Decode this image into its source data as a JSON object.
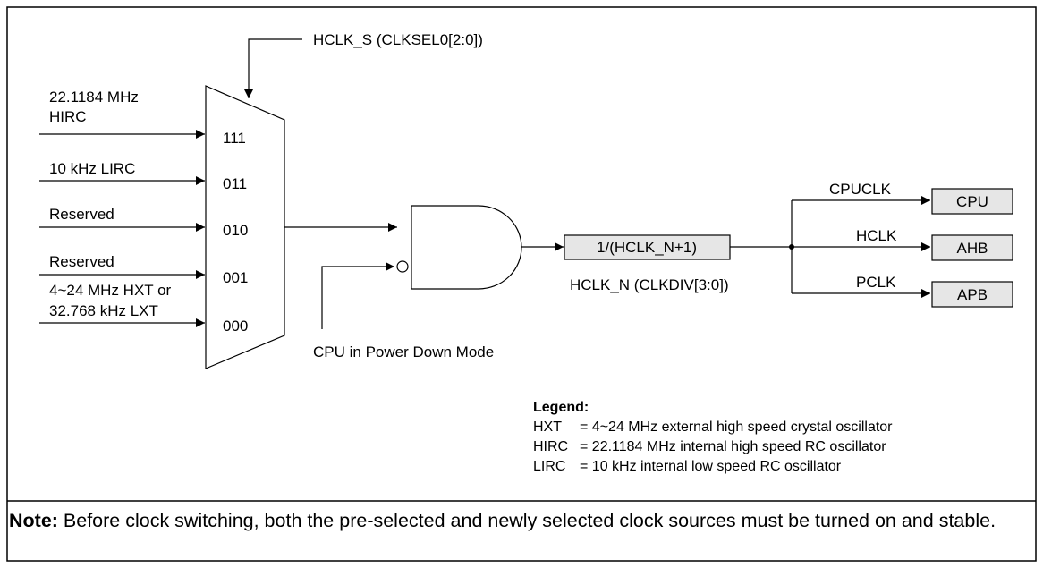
{
  "select_signal": "HCLK_S (CLKSEL0[2:0])",
  "mux_inputs": [
    {
      "label_lines": [
        "22.1184 MHz",
        "HIRC"
      ],
      "code": "111"
    },
    {
      "label_lines": [
        "10 kHz LIRC"
      ],
      "code": "011"
    },
    {
      "label_lines": [
        "Reserved"
      ],
      "code": "010"
    },
    {
      "label_lines": [
        "Reserved"
      ],
      "code": "001"
    },
    {
      "label_lines": [
        "4~24 MHz HXT or",
        "32.768 kHz LXT"
      ],
      "code": "000"
    }
  ],
  "gate_control_label": "CPU in Power Down Mode",
  "divider": {
    "label": "1/(HCLK_N+1)",
    "control": "HCLK_N (CLKDIV[3:0])"
  },
  "outputs": [
    {
      "signal": "CPUCLK",
      "block": "CPU"
    },
    {
      "signal": "HCLK",
      "block": "AHB"
    },
    {
      "signal": "PCLK",
      "block": "APB"
    }
  ],
  "legend": {
    "title": "Legend:",
    "items": [
      {
        "abbr": "HXT",
        "desc": "= 4~24 MHz external high speed crystal oscillator"
      },
      {
        "abbr": "HIRC",
        "desc": "= 22.1184 MHz internal high speed RC oscillator"
      },
      {
        "abbr": "LIRC",
        "desc": "= 10 kHz internal low speed RC oscillator"
      }
    ]
  },
  "note": {
    "label": "Note:",
    "text": " Before clock switching, both the pre-selected and newly selected clock sources must be turned on and stable."
  }
}
